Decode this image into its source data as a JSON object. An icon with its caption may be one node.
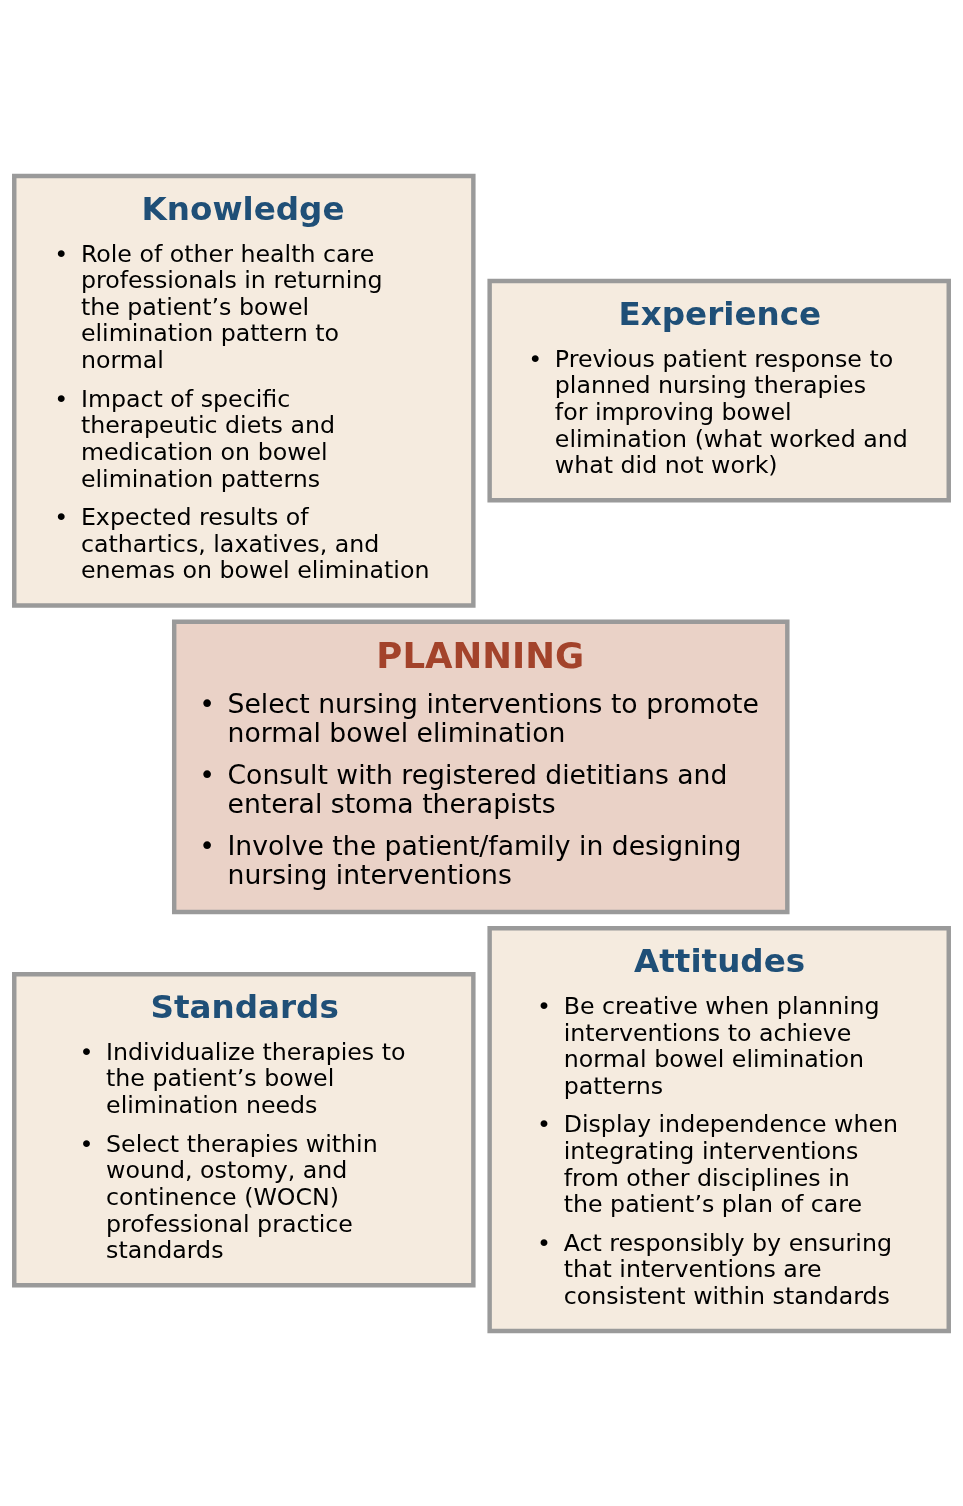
{
  "diagram": {
    "nodes": [
      {
        "text": [
          "Knowledge",
          "• Role of other health care professionals in returning the patient’s bowel elimination pattern to normal",
          "• Impact of specific therapeutic diets and medication on bowel elimination patterns",
          "• Expected results of cathartics, laxatives, and enemas on bowel elimination"
        ]
      },
      {
        "text": [
          "Experience",
          "• Previous patient response to planned nursing therapies for improving bowel elimination (what worked and what did not work)"
        ]
      },
      {
        "text": [
          "PLANNING",
          "• Select nursing interventions to promote normal bowel elimination",
          "• Consult with registered dietitians and enteral stoma therapists",
          "• Involve the patient/family in designing nursing interventions"
        ]
      },
      {
        "text": [
          "Standards",
          "• Individualize therapies to  the patient’s bowel elimination needs",
          "• Select therapies within wound, ostomy, and continence (WOCN) professional practice standards"
        ]
      },
      {
        "text": [
          "Attitudes",
          "• Be creative when planning interventions to achieve normal bowel elimination patterns",
          "• Display independence when integrating interventions from other disciplines in the patient’s plan of care",
          "• Act responsibly by ensuring that interventions are consistent within standards"
        ]
      }
    ],
    "edges": []
  }
}
